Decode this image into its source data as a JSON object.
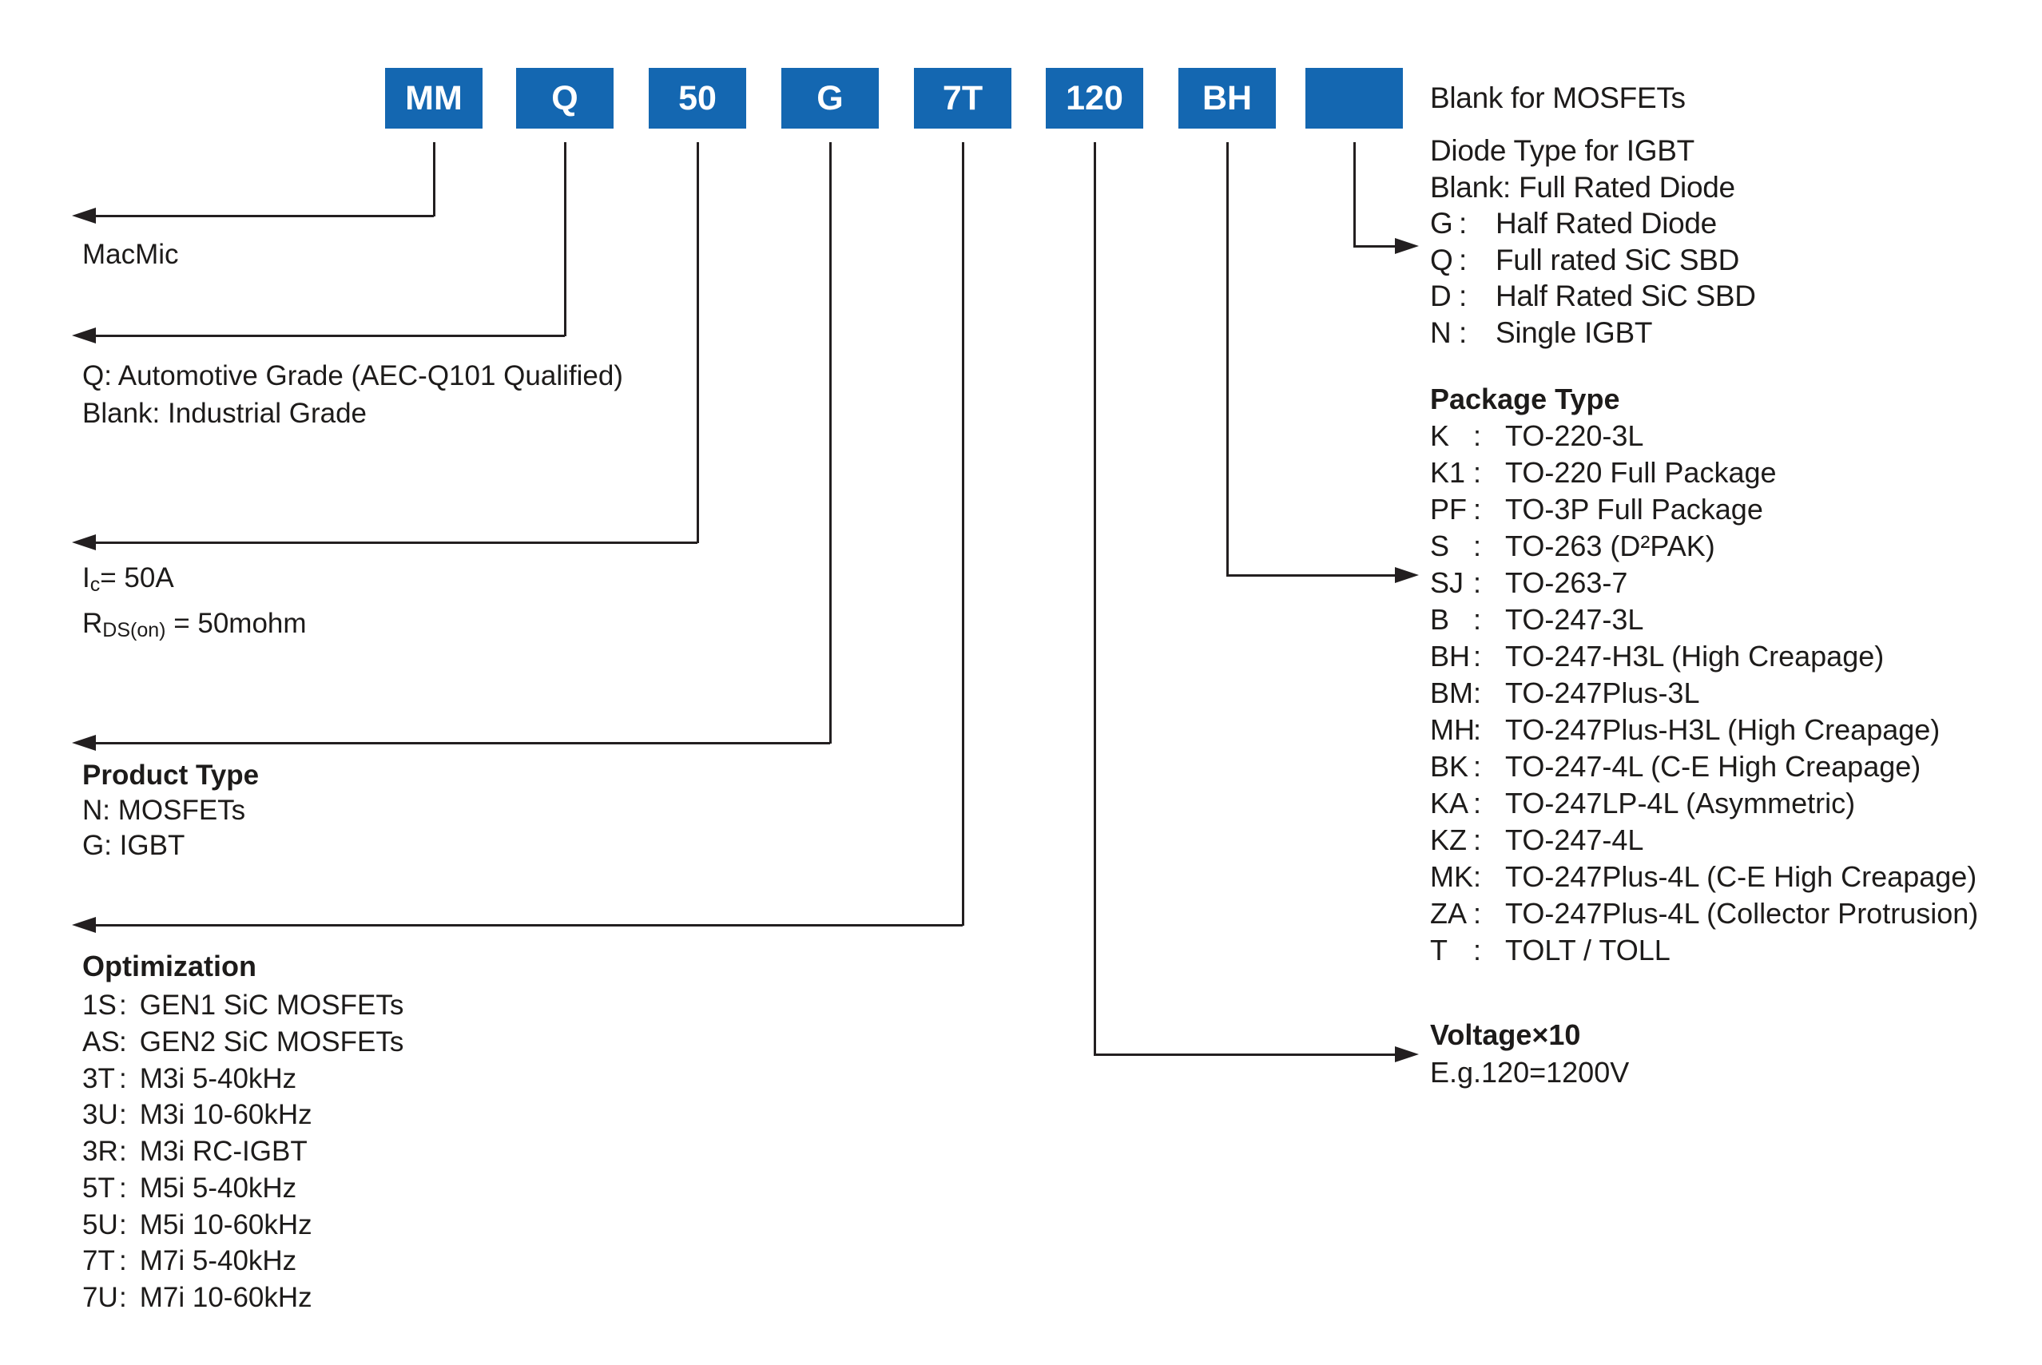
{
  "colors": {
    "box_blue": "#1467b1",
    "line_black": "#231f20",
    "text_black": "#1d1b1a"
  },
  "part_number": {
    "boxes": [
      {
        "label": "MM"
      },
      {
        "label": "Q"
      },
      {
        "label": "50"
      },
      {
        "label": "G"
      },
      {
        "label": "7T"
      },
      {
        "label": "120"
      },
      {
        "label": "BH"
      },
      {
        "label": ""
      }
    ]
  },
  "manufacturer": {
    "label": "MacMic"
  },
  "grade": {
    "line1": "Q: Automotive Grade (AEC-Q101 Qualified)",
    "line2": "Blank: Industrial Grade"
  },
  "rating": {
    "ic": {
      "sym": "I",
      "sub": "c",
      "rest": "= 50A"
    },
    "rds": {
      "sym": "R",
      "sub": "DS(on)",
      "rest": " = 50mohm"
    }
  },
  "product_type": {
    "heading": "Product Type",
    "items": [
      "N: MOSFETs",
      "G: IGBT"
    ]
  },
  "optimization": {
    "heading": "Optimization",
    "sep": ":",
    "items": [
      {
        "key": "1S",
        "label": "GEN1 SiC MOSFETs"
      },
      {
        "key": "AS",
        "label": "GEN2 SiC MOSFETs"
      },
      {
        "key": "3T",
        "label": "M3i 5-40kHz"
      },
      {
        "key": "3U",
        "label": "M3i 10-60kHz"
      },
      {
        "key": "3R",
        "label": "M3i RC-IGBT"
      },
      {
        "key": "5T",
        "label": "M5i 5-40kHz"
      },
      {
        "key": "5U",
        "label": "M5i 10-60kHz"
      },
      {
        "key": "7T",
        "label": "M7i 5-40kHz"
      },
      {
        "key": "7U",
        "label": "M7i 10-60kHz"
      }
    ]
  },
  "voltage": {
    "heading": "Voltage×10",
    "example": "E.g.120=1200V"
  },
  "package_type": {
    "heading": "Package Type",
    "sep": ":",
    "items": [
      {
        "key": "K",
        "label": "TO-220-3L"
      },
      {
        "key": "K1",
        "label": "TO-220 Full Package"
      },
      {
        "key": "PF",
        "label": "TO-3P Full Package"
      },
      {
        "key": "S",
        "label": "TO-263 (D²PAK)"
      },
      {
        "key": "SJ",
        "label": "TO-263-7"
      },
      {
        "key": "B",
        "label": "TO-247-3L"
      },
      {
        "key": "BH",
        "label": "TO-247-H3L (High Creapage)"
      },
      {
        "key": "BM",
        "label": "TO-247Plus-3L"
      },
      {
        "key": "MH",
        "label": "TO-247Plus-H3L (High Creapage)"
      },
      {
        "key": "BK",
        "label": "TO-247-4L (C-E High Creapage)"
      },
      {
        "key": "KA",
        "label": "TO-247LP-4L (Asymmetric)"
      },
      {
        "key": "KZ",
        "label": "TO-247-4L"
      },
      {
        "key": "MK",
        "label": "TO-247Plus-4L (C-E High Creapage)"
      },
      {
        "key": "ZA",
        "label": "TO-247Plus-4L (Collector Protrusion)"
      },
      {
        "key": "T",
        "label": "TOLT / TOLL"
      }
    ]
  },
  "diode_type": {
    "blank_for_mosfets": "Blank for MOSFETs",
    "title": "Diode Type for IGBT",
    "blank_option": "Blank: Full Rated Diode",
    "sep": ":",
    "items": [
      {
        "key": "G",
        "label": "Half Rated Diode"
      },
      {
        "key": "Q",
        "label": "Full rated SiC SBD"
      },
      {
        "key": "D",
        "label": "Half Rated SiC SBD"
      },
      {
        "key": "N",
        "label": "Single IGBT"
      }
    ]
  }
}
